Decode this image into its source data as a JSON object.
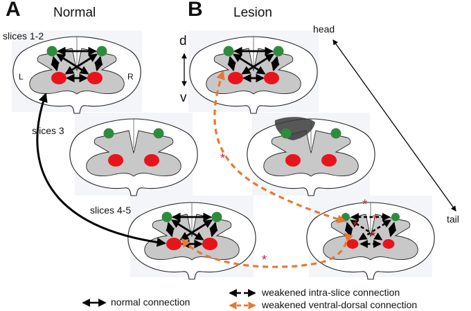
{
  "panels": {
    "a": {
      "letter": "A",
      "title": "Normal"
    },
    "b": {
      "letter": "B",
      "title": "Lesion"
    }
  },
  "labels": {
    "slices_1_2": "slices 1-2",
    "slices_3": "slices 3",
    "slices_4_5": "slices 4-5",
    "left": "L",
    "right": "R",
    "dorsal": "d",
    "ventral": "v",
    "head": "head",
    "tail": "tail"
  },
  "annotations": {
    "significance_marker": "*"
  },
  "legend": {
    "normal": "normal connection",
    "intra": "weakened intra-slice connection",
    "ventral_dorsal": "weakened ventral-dorsal connection"
  },
  "colors": {
    "dorsal_node": "#2e8b3e",
    "ventral_node": "#e8141c",
    "gray_matter": "#c8c8c8",
    "normal_arrow": "#000000",
    "weakened_vd_arrow": "#e87830",
    "asterisk_red": "#e0202a",
    "asterisk_magenta": "#c0185a",
    "lesion": "#3a3a3a"
  }
}
